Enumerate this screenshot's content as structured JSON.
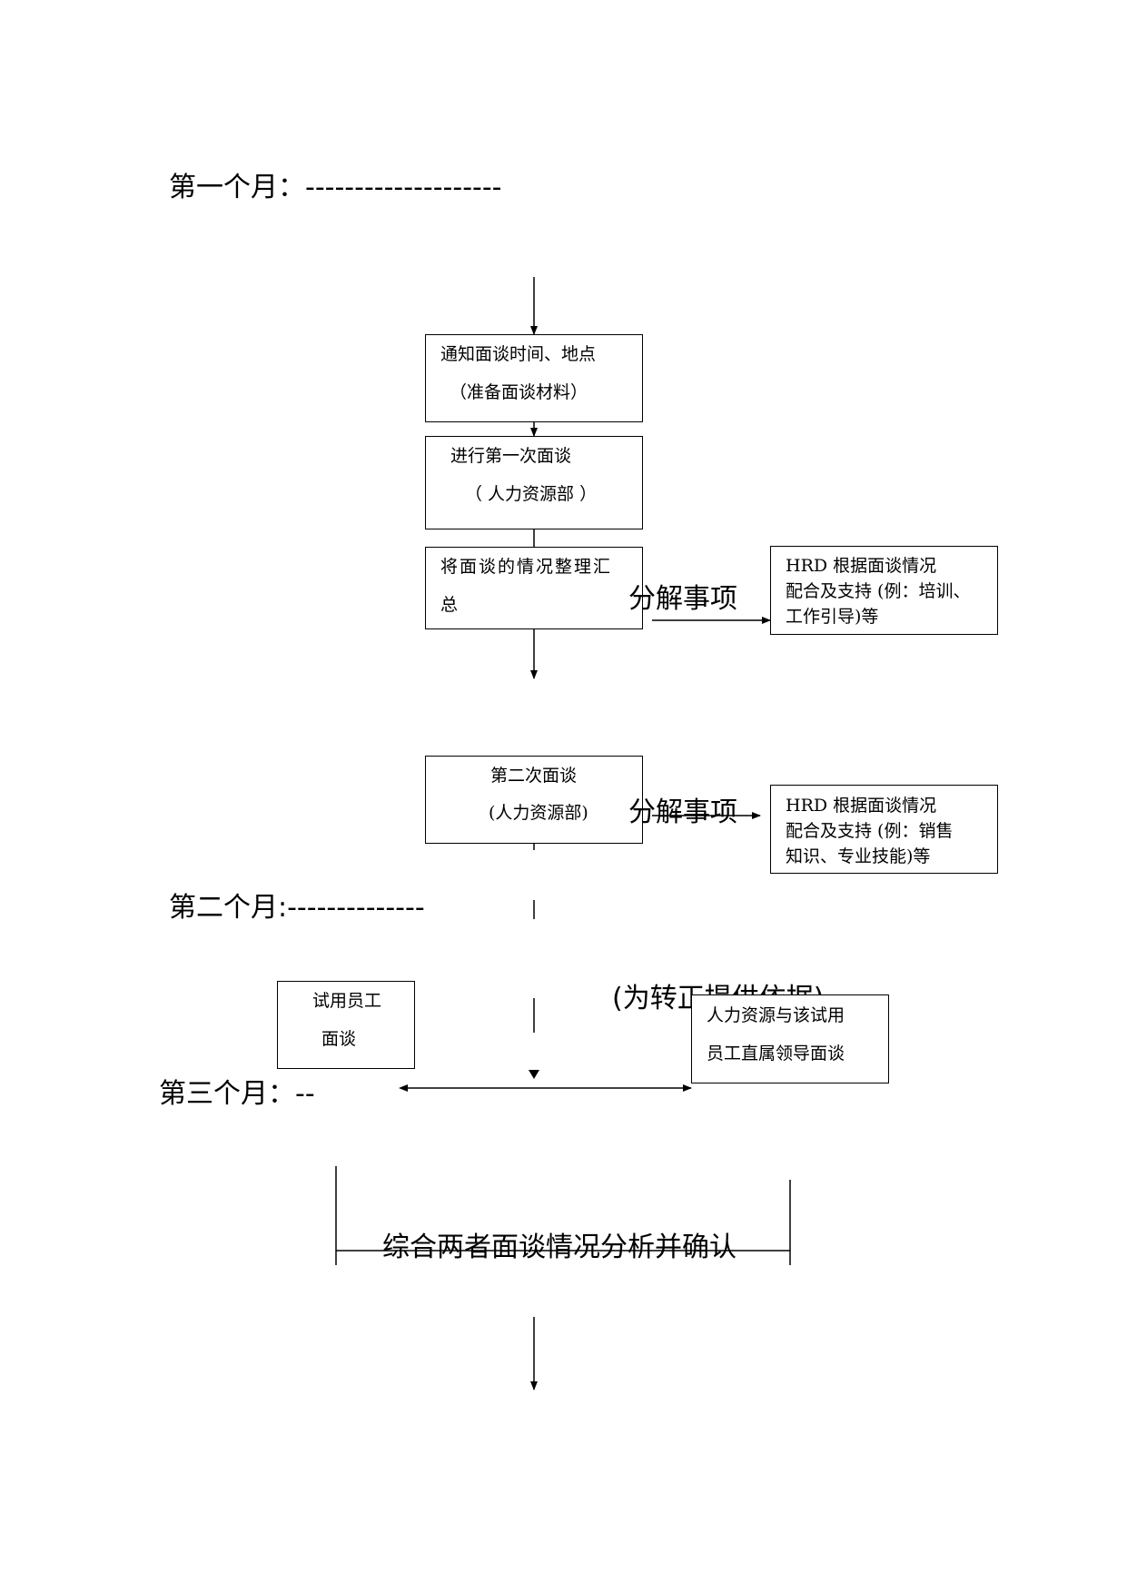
{
  "month_labels": {
    "month1": "第一个月：--------------------",
    "month2": "第二个月:--------------",
    "month3": "第三个月：--"
  },
  "boxes": {
    "notify": {
      "line1": "通知面谈时间、地点",
      "line2": "（准备面谈材料）"
    },
    "first_interview": {
      "line1": "进行第一次面谈",
      "line2": "（  人力资源部  ）"
    },
    "summarize": {
      "line1": "将面谈的情况整理汇",
      "line2": "总"
    },
    "hrd_support_1": {
      "line1": "HRD 根据面谈情况",
      "line2": "配合及支持  (例：培训、",
      "line3": "工作引导)等"
    },
    "second_interview": {
      "line1": "第二次面谈",
      "line2": "(人力资源部)"
    },
    "hrd_support_2": {
      "line1": "HRD 根据面谈情况",
      "line2": "配合及支持  (例：销售",
      "line3": "知识、专业技能)等"
    },
    "probation_employee": {
      "line1": "试用员工",
      "line2": "面谈"
    },
    "hr_supervisor": {
      "line1": "人力资源与该试用",
      "line2": "员工直属领导面谈"
    }
  },
  "labels": {
    "decompose_1": "分解事项",
    "decompose_2": "分解事项",
    "basis": "(为转正提供依据)",
    "analysis": "综合两者面谈情况分析并确认"
  }
}
